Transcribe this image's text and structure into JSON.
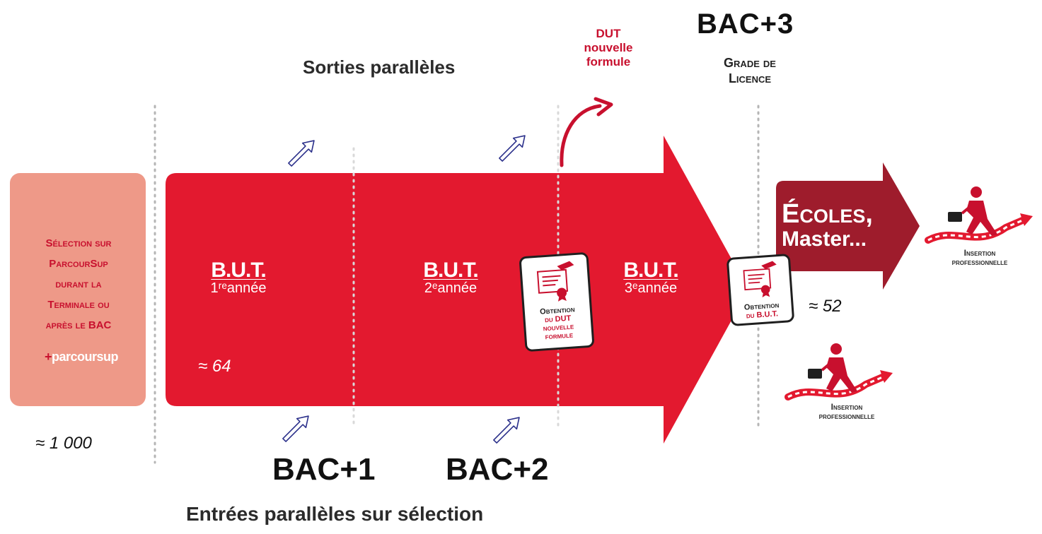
{
  "header": {
    "sorties": "Sorties parallèles",
    "dut_line1": "DUT",
    "dut_line2": "nouvelle",
    "dut_line3": "formule",
    "bac3": "BAC+3",
    "grade_line1": "Grade de",
    "grade_line2": "Licence"
  },
  "selection": {
    "line1": "Sélection sur",
    "line2": "ParcourSup",
    "line3": "durant la",
    "line4": "Terminale ou",
    "line5": "après le BAC",
    "logo_plus": "+",
    "logo_text": "parcoursup"
  },
  "years": [
    {
      "title": "B.U.T.",
      "year": "1ʳᵉannée"
    },
    {
      "title": "B.U.T.",
      "year": "2ᵉannée"
    },
    {
      "title": "B.U.T.",
      "year": "3ᵉannée"
    }
  ],
  "counts": {
    "inside_first": "≈ 64",
    "below_selection": "≈ 1 000",
    "after_but": "≈ 52"
  },
  "badges": {
    "dut": {
      "line1": "Obtention",
      "line2": "du DUT",
      "line3": "nouvelle",
      "line4": "formule"
    },
    "but": {
      "line1": "Obtention",
      "line2": "du B.U.T."
    }
  },
  "ecoles": {
    "line1": "Écoles,",
    "line2": "Master..."
  },
  "insertion": {
    "line1": "Insertion",
    "line2": "professionnelle"
  },
  "footer": {
    "bac1": "BAC+1",
    "bac2": "BAC+2",
    "entrees": "Entrées parallèles sur sélection"
  },
  "colors": {
    "main_red": "#e3192f",
    "light_salmon": "#ee9988",
    "dark_red": "#9e1c2c",
    "accent_text": "#c8102e",
    "arrow_outline": "#2a2f8a"
  },
  "icons": [
    "up-arrow-icon",
    "curved-arrow-icon",
    "diploma-icon",
    "career-runner-icon"
  ]
}
